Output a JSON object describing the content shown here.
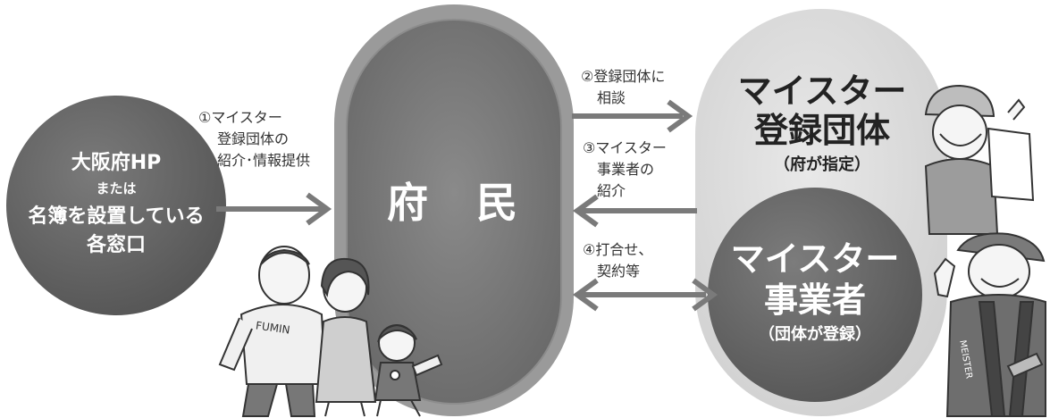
{
  "source_box": {
    "line1": "大阪府HP",
    "line2": "または",
    "line3": "名簿を設置している",
    "line4": "各窓口"
  },
  "center": {
    "label": "府　民"
  },
  "group": {
    "title1": "マイスター",
    "title2": "登録団体",
    "note": "（府が指定）"
  },
  "business": {
    "title1": "マイスター",
    "title2": "事業者",
    "note": "（団体が登録）"
  },
  "arrows": {
    "a1": {
      "line1": "①マイスター",
      "line2": "登録団体の",
      "line3": "紹介･情報提供"
    },
    "a2": {
      "line1": "②登録団体に",
      "line2": "相談"
    },
    "a3": {
      "line1": "③マイスター",
      "line2": "事業者の",
      "line3": "紹介"
    },
    "a4": {
      "line1": "④打合せ、",
      "line2": "契約等"
    }
  },
  "illustrations": {
    "family_shirt": "FUMIN",
    "meister_band": "MEISTER"
  },
  "colors": {
    "dark_fill": "#6b6b6b",
    "center_fill": "#7d7d7d",
    "light_fill": "#dcdcdc",
    "arrow": "#7a7a7a",
    "label_text": "#333333"
  }
}
